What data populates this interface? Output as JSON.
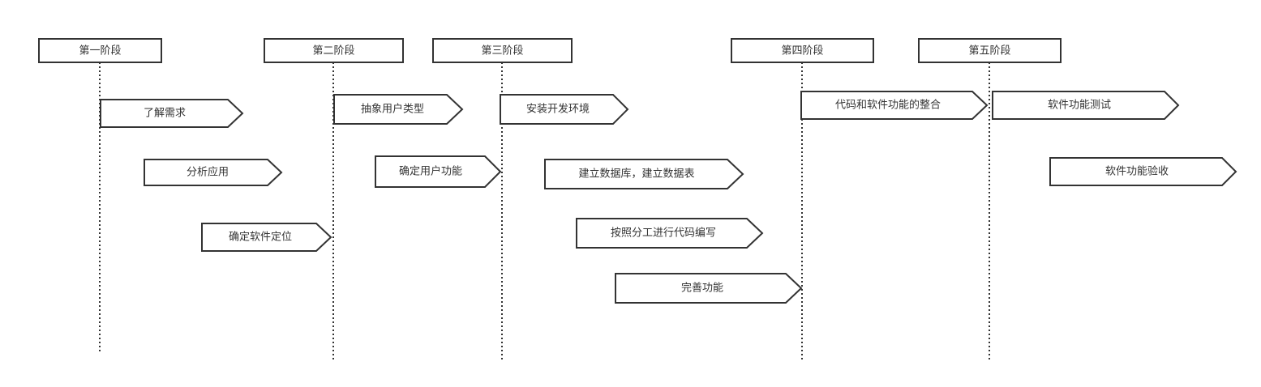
{
  "stages": [
    {
      "id": "s1",
      "label": "第一阶段"
    },
    {
      "id": "s2",
      "label": "第二阶段"
    },
    {
      "id": "s3",
      "label": "第三阶段"
    },
    {
      "id": "s4",
      "label": "第四阶段"
    },
    {
      "id": "s5",
      "label": "第五阶段"
    }
  ],
  "tasks": [
    {
      "id": "t1",
      "stage": "s1",
      "label": "了解需求"
    },
    {
      "id": "t2",
      "stage": "s1",
      "label": "分析应用"
    },
    {
      "id": "t3",
      "stage": "s1",
      "label": "确定软件定位"
    },
    {
      "id": "t4",
      "stage": "s2",
      "label": "抽象用户类型"
    },
    {
      "id": "t5",
      "stage": "s2",
      "label": "确定用户功能"
    },
    {
      "id": "t6",
      "stage": "s3",
      "label": "安装开发环境"
    },
    {
      "id": "t7",
      "stage": "s3",
      "label": "建立数据库，建立数据表"
    },
    {
      "id": "t8",
      "stage": "s3",
      "label": "按照分工进行代码编写"
    },
    {
      "id": "t9",
      "stage": "s3",
      "label": "完善功能"
    },
    {
      "id": "t10",
      "stage": "s4",
      "label": "代码和软件功能的整合"
    },
    {
      "id": "t11",
      "stage": "s5",
      "label": "软件功能测试"
    },
    {
      "id": "t12",
      "stage": "s5",
      "label": "软件功能验收"
    }
  ]
}
